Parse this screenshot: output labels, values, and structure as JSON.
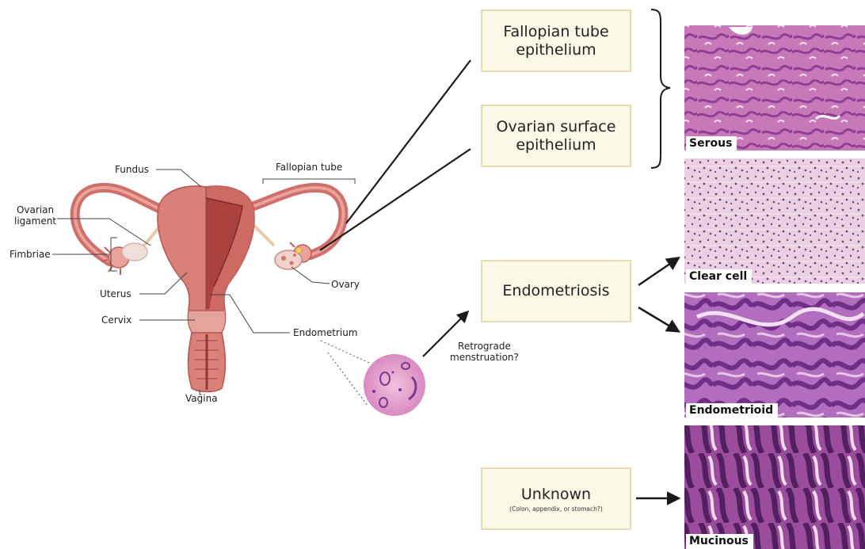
{
  "anatomy_labels": {
    "fundus": "Fundus",
    "fallopian_tube": "Fallopian tube",
    "ovarian_ligament": "Ovarian\nligament",
    "fimbriae": "Fimbriae",
    "uterus": "Uterus",
    "cervix": "Cervix",
    "vagina": "Vagina",
    "ovary": "Ovary",
    "endometrium": "Endometrium"
  },
  "origins": {
    "fallopian_tube_epithelium": "Fallopian tube\nepithelium",
    "ovarian_surface_epithelium": "Ovarian surface\nepithelium",
    "endometriosis": "Endometriosis",
    "unknown": "Unknown",
    "unknown_note": "(Colon, appendix, or stomach?)"
  },
  "pathway_note": "Retrograde\nmenstruation?",
  "subtypes": [
    {
      "label": "Serous",
      "color": "#c468b0"
    },
    {
      "label": "Clear cell",
      "color": "#e8c6dc"
    },
    {
      "label": "Endometrioid",
      "color": "#b064b8"
    },
    {
      "label": "Mucinous",
      "color": "#a0449c"
    }
  ],
  "colors": {
    "uterus_body": "#d97f78",
    "uterus_inner": "#b95650",
    "box_fill": "#fbf8e6",
    "box_border": "#e6dcb4",
    "arrow": "#1a1a1a"
  }
}
